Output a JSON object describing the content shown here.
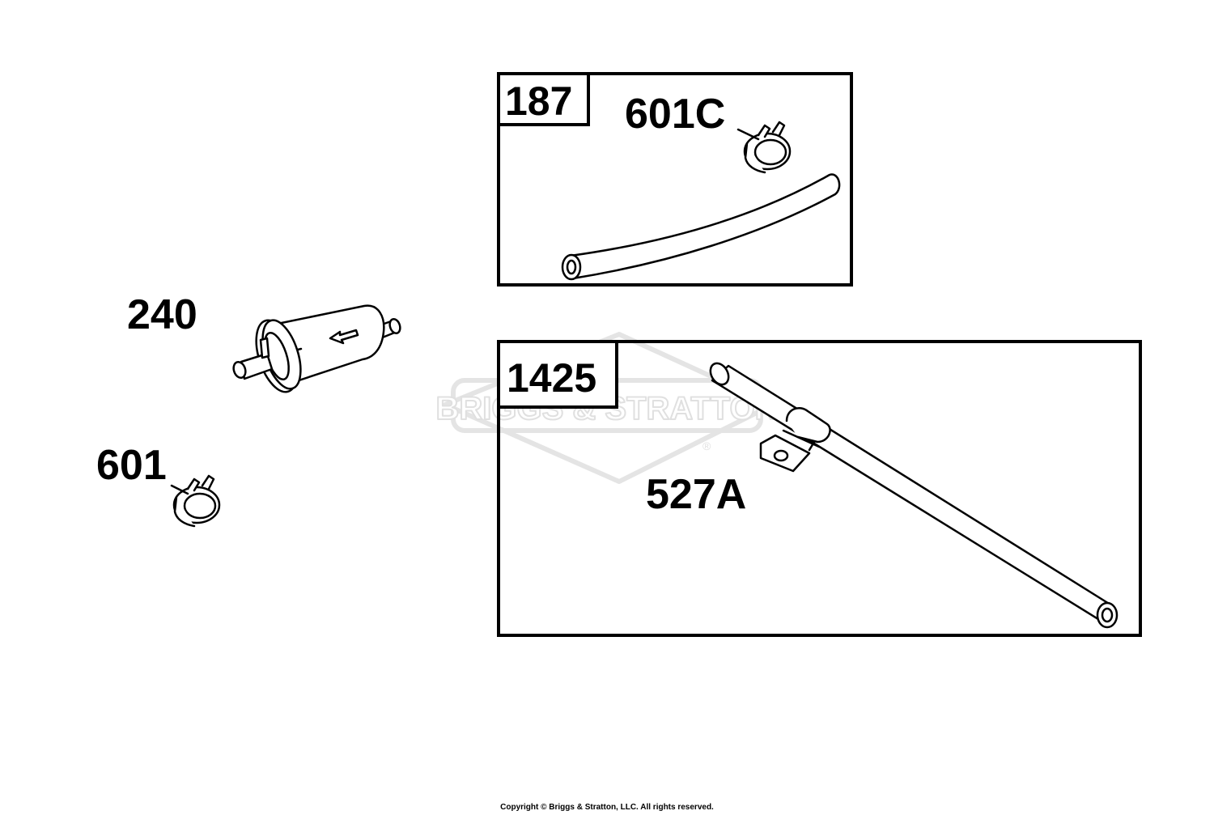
{
  "watermark": {
    "text": "BRIGGS & STRATTON",
    "registered_mark": "®",
    "color": "#e6e6e6"
  },
  "parts": [
    {
      "ref": "240"
    },
    {
      "ref": "601"
    }
  ],
  "kits": [
    {
      "kit_number": "187",
      "parts": [
        {
          "ref": "601C"
        }
      ]
    },
    {
      "kit_number": "1425",
      "parts": [
        {
          "ref": "527A"
        }
      ]
    }
  ],
  "footer": {
    "copyright": "Copyright © Briggs & Stratton, LLC. All rights reserved."
  }
}
